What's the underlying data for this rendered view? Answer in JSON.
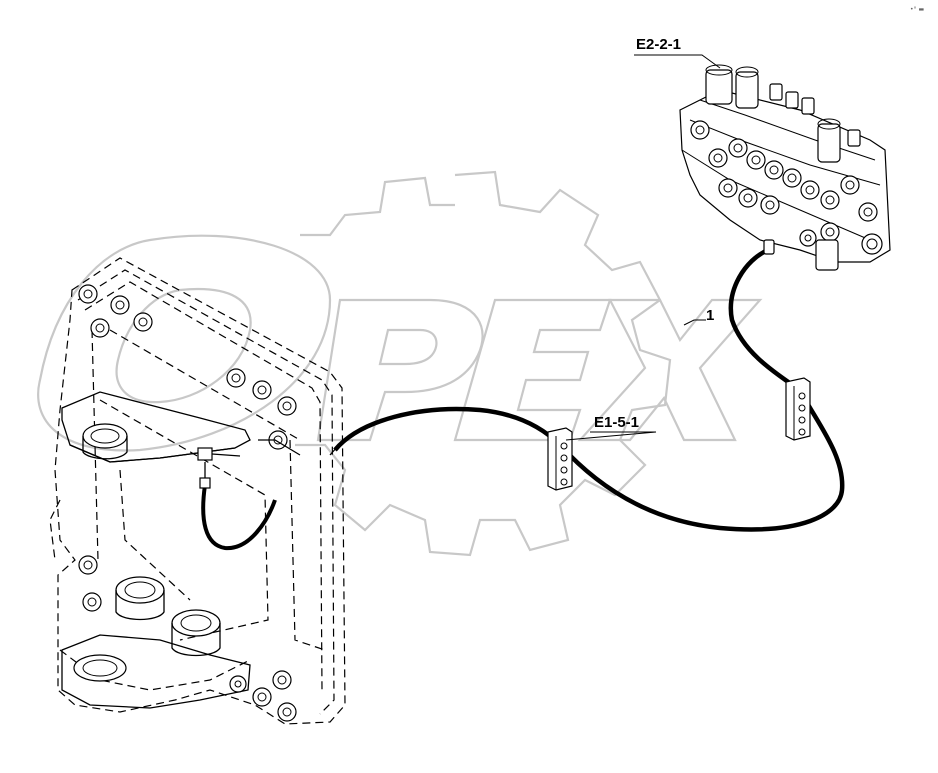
{
  "labels": {
    "valve_block": "E2-2-1",
    "hose": "1",
    "clamp": "E1-5-1"
  },
  "watermark": {
    "text": "OPEX"
  },
  "corner_mark": "•° ▬",
  "colors": {
    "line": "#000000",
    "watermark": "#c8c8c8",
    "background": "#ffffff"
  }
}
